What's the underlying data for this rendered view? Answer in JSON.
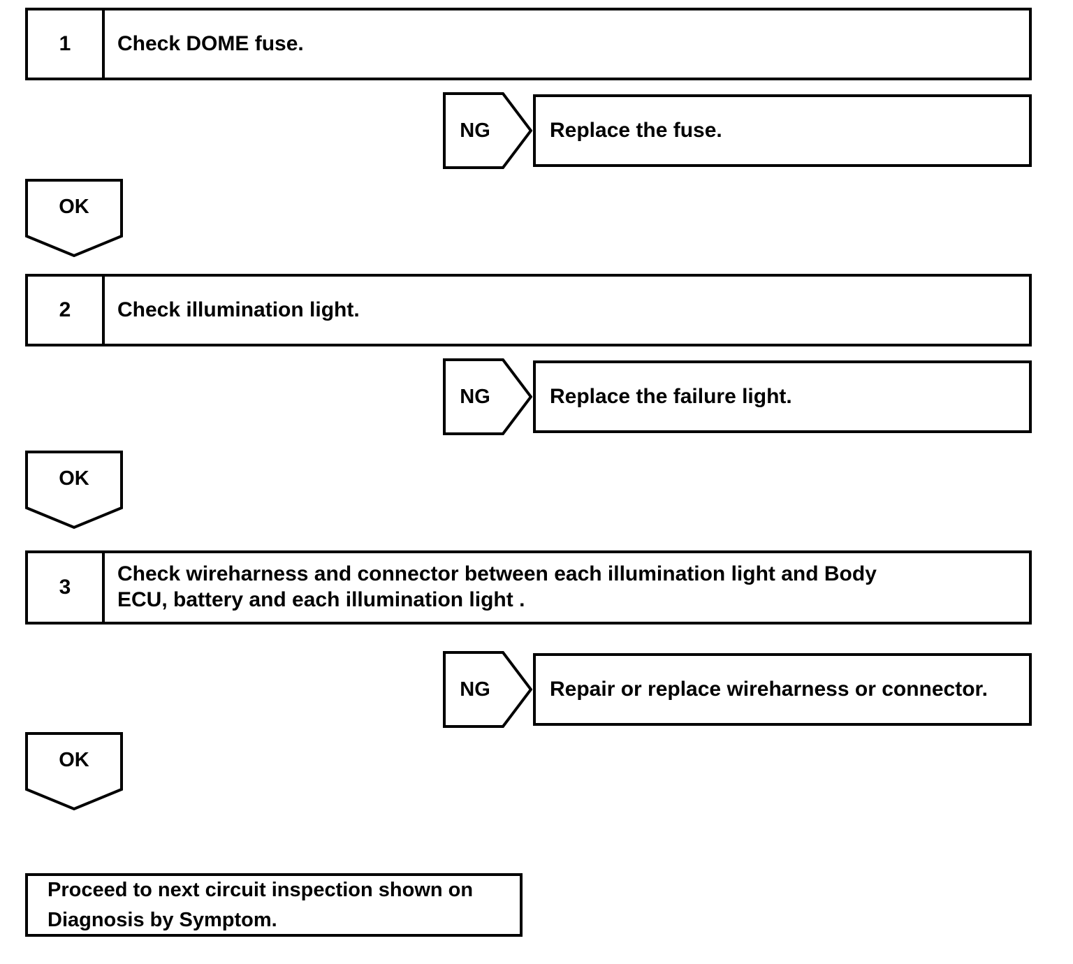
{
  "diagram": {
    "title": "Illumination light troubleshooting flowchart",
    "stroke_color": "#000000",
    "background_color": "#ffffff",
    "branch_labels": {
      "fail": "NG",
      "pass": "OK"
    },
    "steps": [
      {
        "number": "1",
        "instruction": "Check DOME fuse.",
        "fail_label": "NG",
        "fail_action": "Replace the fuse.",
        "pass_label": "OK"
      },
      {
        "number": "2",
        "instruction": "Check illumination light.",
        "fail_label": "NG",
        "fail_action": "Replace the failure light.",
        "pass_label": "OK"
      },
      {
        "number": "3",
        "instruction": "Check wireharness and connector between each illumination light and Body\nECU, battery and each illumination light .",
        "fail_label": "NG",
        "fail_action": "Repair or replace wireharness or connector.",
        "pass_label": "OK"
      }
    ],
    "terminal": {
      "text": "Proceed to next circuit inspection shown on\nDiagnosis by Symptom."
    }
  }
}
